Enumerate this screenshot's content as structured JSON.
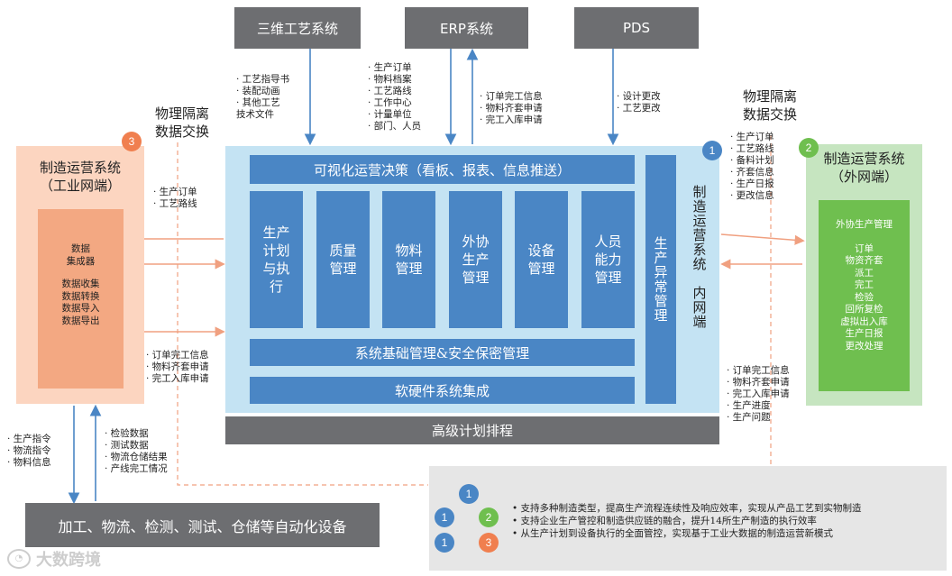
{
  "top_systems": {
    "mes3d": "三维工艺系统",
    "erp": "ERP系统",
    "pds": "PDS"
  },
  "top_notes": {
    "mes3d_to_main": [
      "· 工艺指导书",
      "· 装配动画",
      "· 其他工艺",
      "   技术文件"
    ],
    "erp_to_main": [
      "· 生产订单",
      "· 物料档案",
      "· 工艺路线",
      "· 工作中心",
      "· 计量单位",
      "· 部门、人员"
    ],
    "main_to_erp": [
      "· 订单完工信息",
      "· 物料齐套申请",
      "· 完工入库申请"
    ],
    "pds_to_main": [
      "· 设计更改",
      "· 工艺更改"
    ]
  },
  "left_exchange_title": [
    "物理隔离",
    "数据交换"
  ],
  "right_exchange_title": [
    "物理隔离",
    "数据交换"
  ],
  "left_system": {
    "badge": "3",
    "title": [
      "制造运营系统",
      "（工业网端）"
    ],
    "inner_lines": [
      "数据",
      "集成器",
      "",
      "数据收集",
      "数据转换",
      "数据导入",
      "数据导出"
    ]
  },
  "right_system": {
    "badge": "2",
    "title": [
      "制造运营系统",
      "（外网端）"
    ],
    "inner_title": "外协生产管理",
    "inner_lines": [
      "订单",
      "物资齐套",
      "派工",
      "完工",
      "检验",
      "回所复检",
      "虚拟出入库",
      "生产日报",
      "更改处理"
    ]
  },
  "main_system": {
    "badge": "1",
    "top_bar": "可视化运营决策（看板、报表、信息推送）",
    "modules": [
      "生产计划与执行",
      "质量管理",
      "物料管理",
      "外协生产管理",
      "设备管理",
      "人员能力管理"
    ],
    "side_bar": "生产异常管理",
    "vertical_label": "制造运营系统",
    "vertical_label2": "内网端",
    "base_bar": "系统基础管理&安全保密管理",
    "integration_bar": "软硬件系统集成",
    "aps_bar": "高级计划排程"
  },
  "left_notes": {
    "to_left_system": [
      "· 生产订单",
      "· 工艺路线"
    ],
    "from_left_system": [
      "· 订单完工信息",
      "· 物料齐套申请",
      "· 完工入库申请"
    ],
    "down": [
      "· 生产指令",
      "· 物流指令",
      "· 物料信息"
    ],
    "up": [
      "· 检验数据",
      "· 测试数据",
      "· 物流仓储结果",
      "· 产线完工情况"
    ]
  },
  "right_notes": {
    "to_right_system": [
      "· 生产订单",
      "· 工艺路线",
      "· 备料计划",
      "· 齐套信息",
      "· 生产日报",
      "· 更改信息"
    ],
    "from_right_system": [
      "· 订单完工信息",
      "· 物料齐套申请",
      "· 完工入库申请",
      "· 生产进度",
      "· 生产问题"
    ]
  },
  "automation_bar": "加工、物流、检测、测试、仓储等自动化设备",
  "legend": {
    "nodes": [
      "1",
      "1",
      "2",
      "1",
      "3"
    ],
    "bullets": [
      "• 支持多种制造类型，提高生产流程连续性及响应效率，实现从产品工艺到实物制造",
      "• 支持企业生产管控和制造供应链的融合，提升14所生产制造的执行效率",
      "• 从生产计划到设备执行的全面管控，实现基于工业大数据的制造运营新模式"
    ]
  },
  "watermark": "大数跨境",
  "colors": {
    "grey": "#6d6e71",
    "blue": "#4a86c5",
    "light_blue": "#c4e3f3",
    "orange_bg": "#fcd5c0",
    "orange_inner": "#f3a882",
    "green_bg": "#c6e5c0",
    "green_inner": "#6fbf4f",
    "arrow_blue": "#4a86c5",
    "arrow_orange": "#f0a080"
  }
}
